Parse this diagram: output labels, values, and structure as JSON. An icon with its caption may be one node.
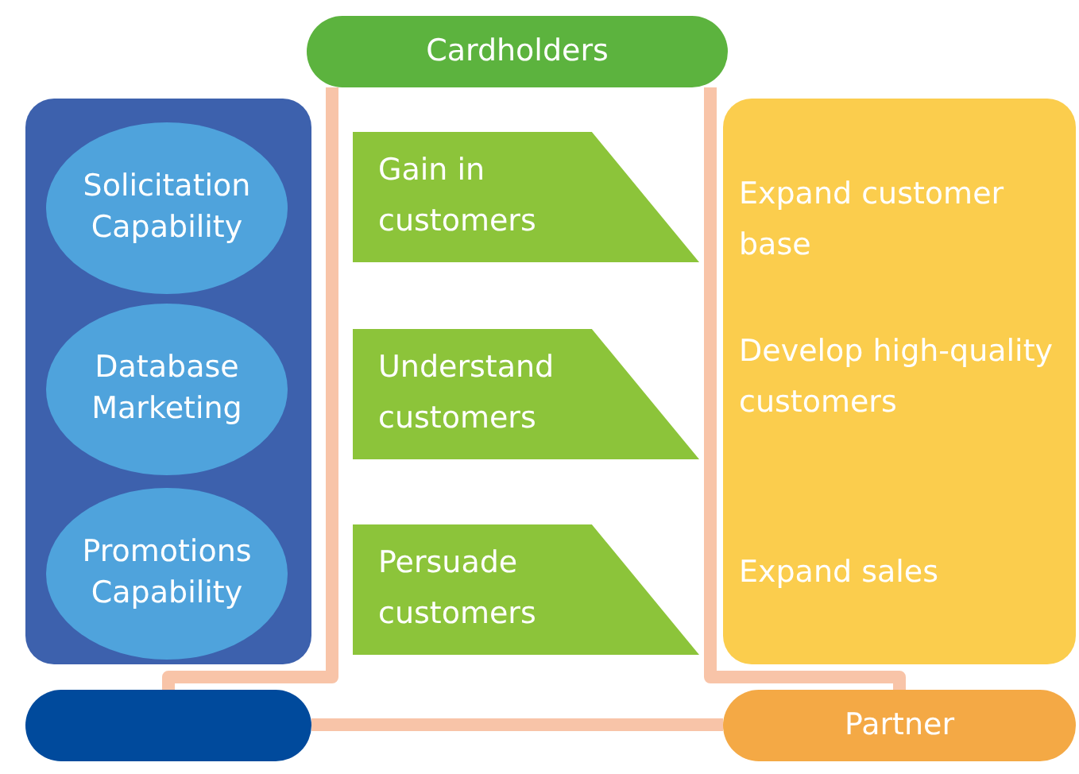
{
  "diagram": {
    "nodes": [
      {
        "text": [
          "Cardholders"
        ]
      },
      {
        "text": [],
        "shape": "box"
      },
      {
        "text": [
          "Solicitation Capability"
        ],
        "in": 1
      },
      {
        "text": [
          "Database Marketing"
        ],
        "in": 1
      },
      {
        "text": [
          "Promotions Capability"
        ],
        "in": 1
      },
      {
        "text": [
          "Gain in customers"
        ]
      },
      {
        "text": [
          "Understand customers"
        ]
      },
      {
        "text": [
          "Persuade customers"
        ]
      },
      {
        "text": [
          "Expand customer base",
          "Develop high-quality customers",
          "Expand sales"
        ]
      },
      {
        "text": [],
        "shape": "box"
      },
      {
        "text": [
          "Partner"
        ]
      }
    ],
    "edges": [
      {
        "from": 0,
        "to": 9,
        "arrow": "none"
      },
      {
        "from": 0,
        "to": 10,
        "arrow": "none"
      },
      {
        "from": 9,
        "to": 10,
        "arrow": "none"
      }
    ]
  }
}
